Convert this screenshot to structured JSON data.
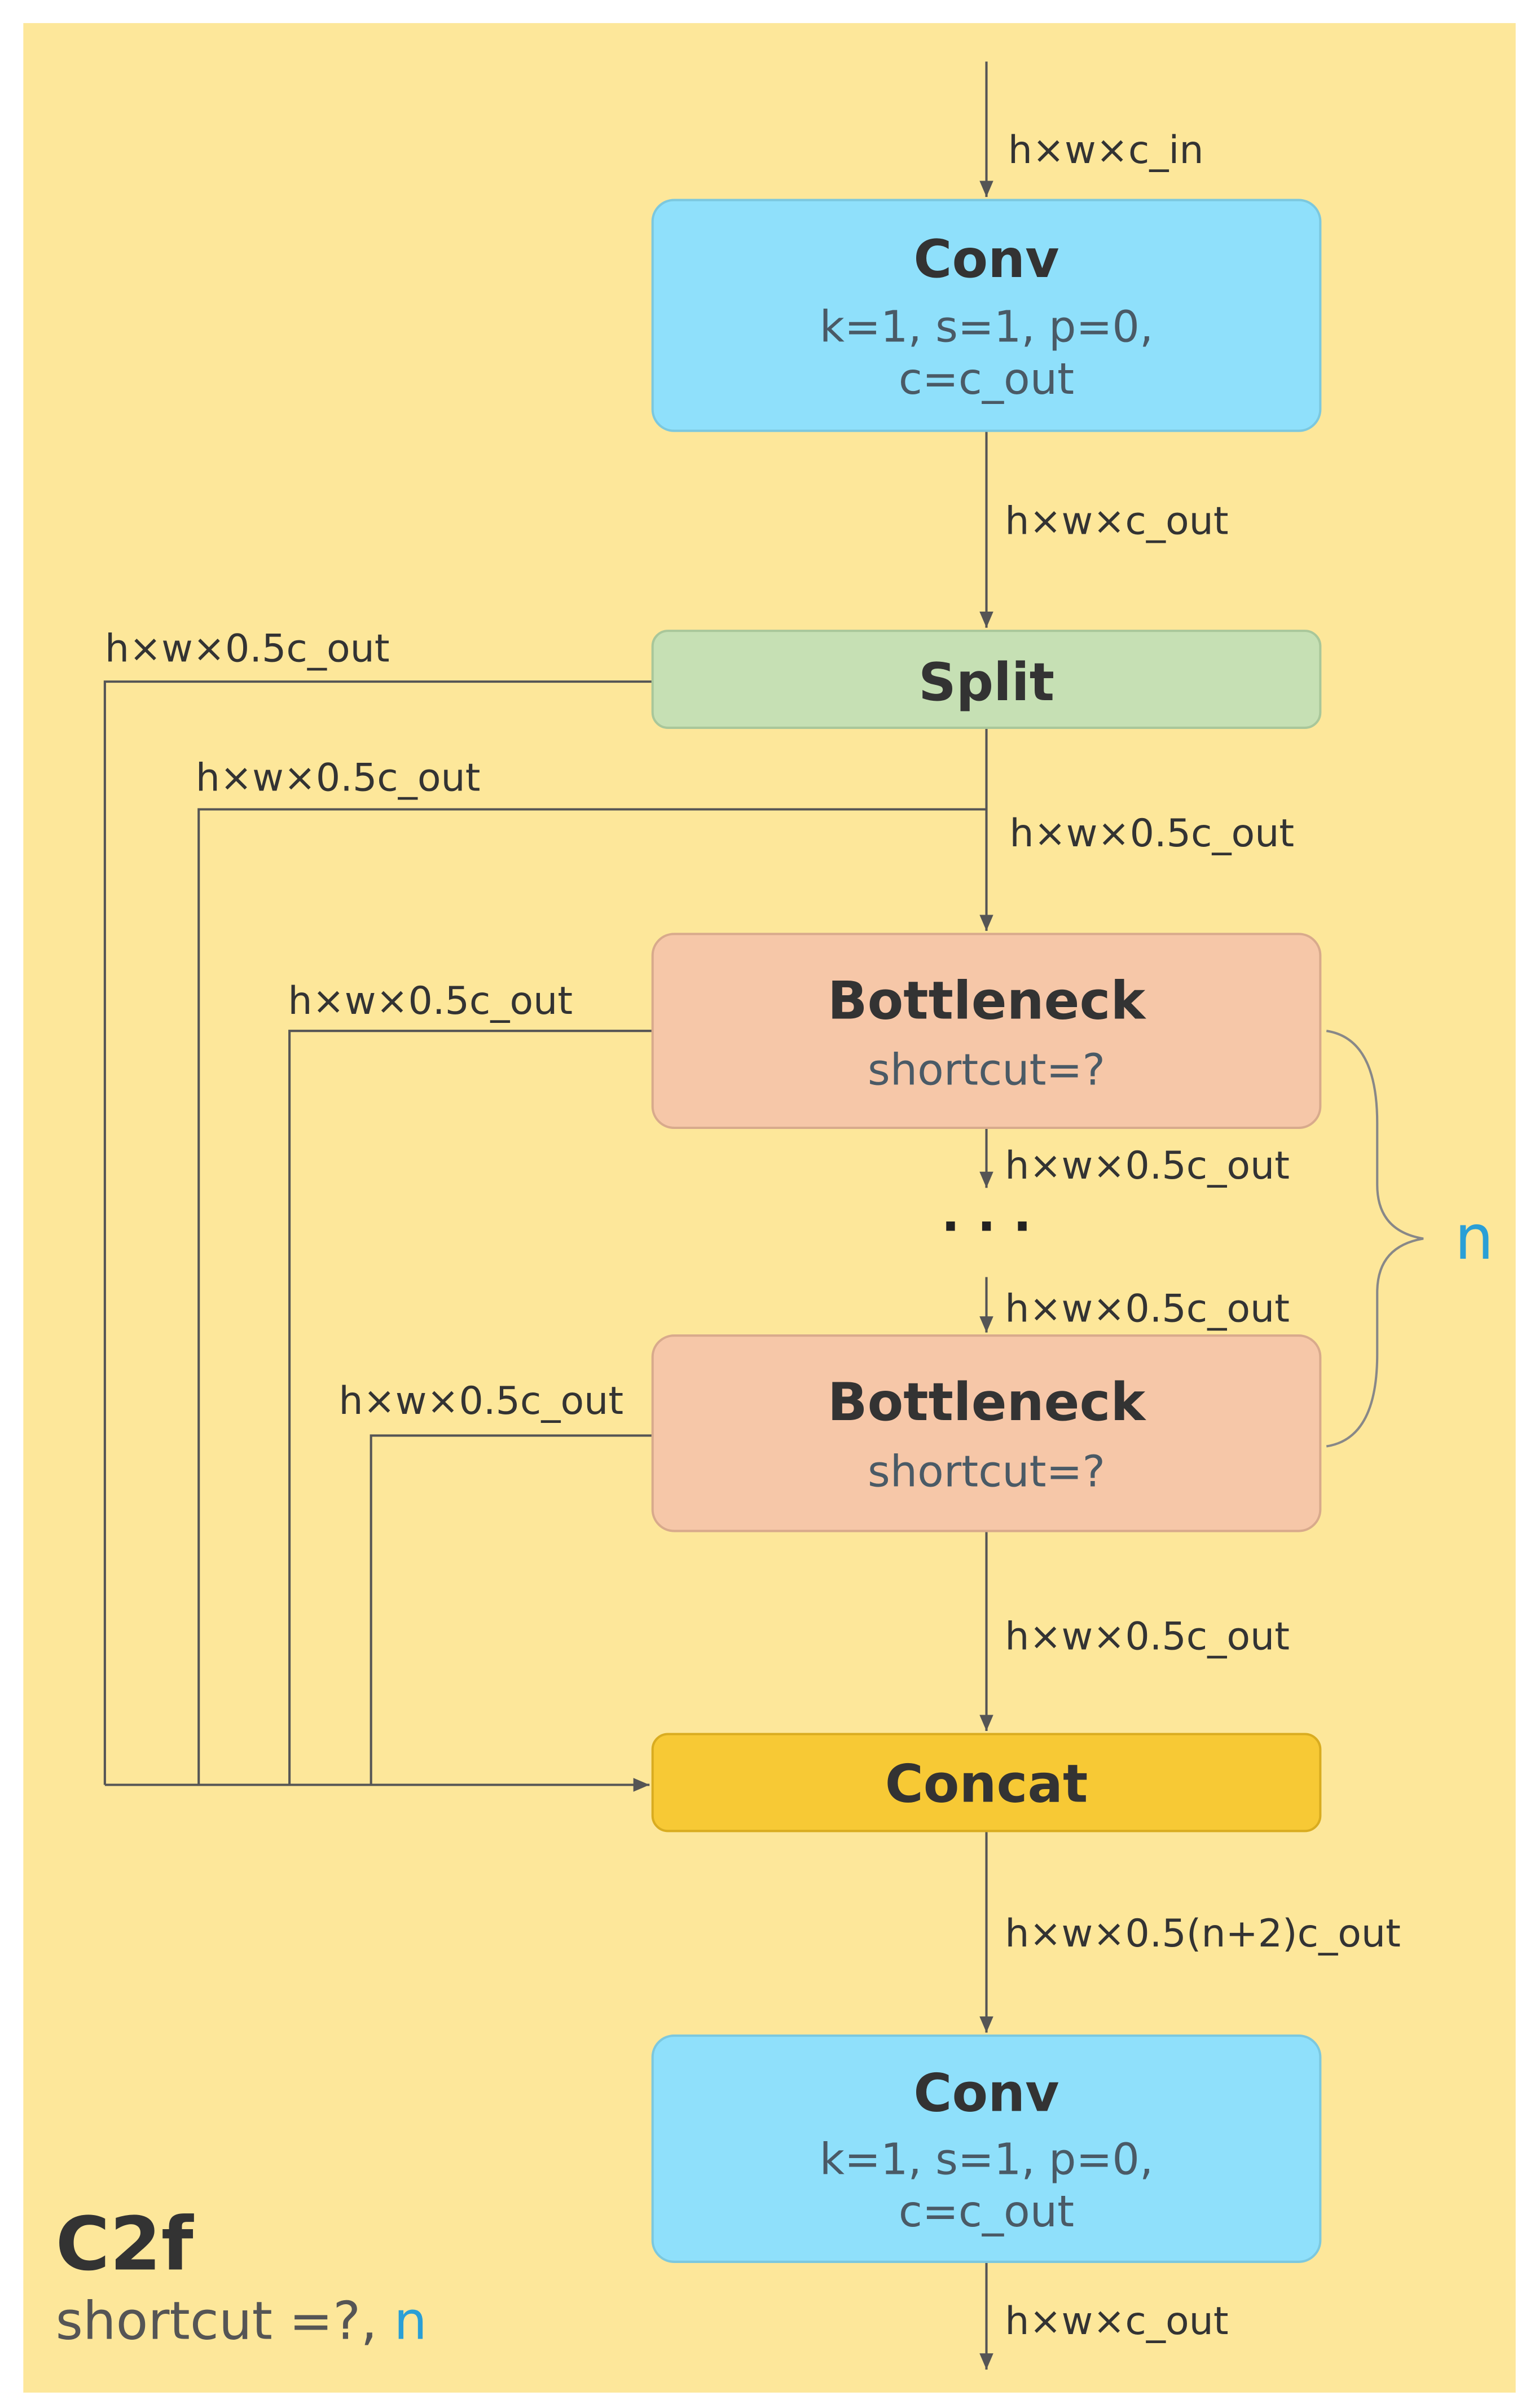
{
  "colors": {
    "background": "#fde79a",
    "conv": "#8fe0fb",
    "split": "#c6e0b4",
    "bottleneck": "#f6c7a8",
    "concat": "#f7c935",
    "accent_n": "#2a9fd6"
  },
  "blocks": {
    "conv_in": {
      "title": "Conv",
      "line1": "k=1, s=1, p=0,",
      "line2": "c=c_out"
    },
    "split": {
      "title": "Split"
    },
    "bottleneck_1": {
      "title": "Bottleneck",
      "line1": "shortcut=?"
    },
    "bottleneck_2": {
      "title": "Bottleneck",
      "line1": "shortcut=?"
    },
    "concat": {
      "title": "Concat"
    },
    "conv_out": {
      "title": "Conv",
      "line1": "k=1, s=1, p=0,",
      "line2": "c=c_out"
    }
  },
  "edge_labels": {
    "input": "h×w×c_in",
    "conv_to_split": "h×w×c_out",
    "split_skip_1": "h×w×0.5c_out",
    "split_skip_2": "h×w×0.5c_out",
    "split_to_bottleneck": "h×w×0.5c_out",
    "bottleneck1_skip": "h×w×0.5c_out",
    "bottleneck1_out": "h×w×0.5c_out",
    "ellipsis": "· · ·",
    "bottleneck2_in": "h×w×0.5c_out",
    "bottleneck2_skip": "h×w×0.5c_out",
    "bottleneck2_out": "h×w×0.5c_out",
    "concat_out": "h×w×0.5(n+2)c_out",
    "output": "h×w×c_out"
  },
  "repeat_label": "n",
  "module": {
    "name": "C2f",
    "params_prefix": "shortcut =?, ",
    "params_n": "n"
  }
}
